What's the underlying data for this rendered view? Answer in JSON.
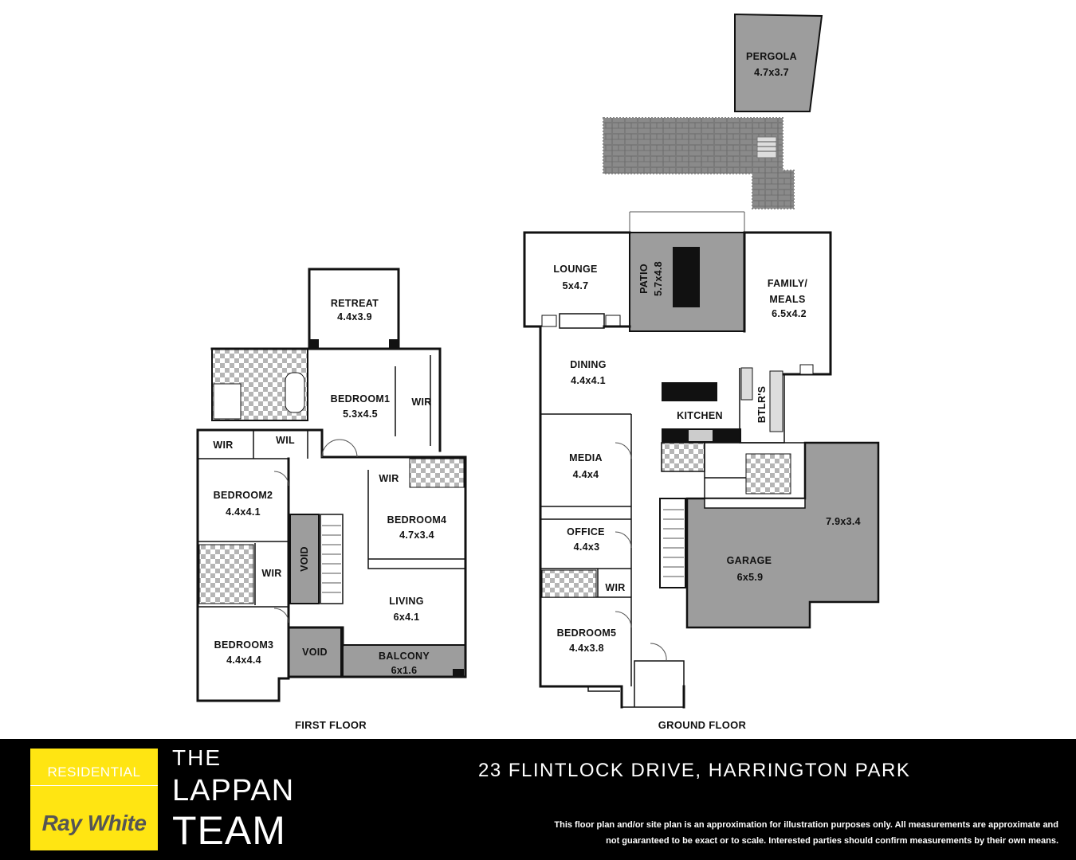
{
  "rooms": {
    "pergola": {
      "name": "PERGOLA",
      "size": "4.7x3.7"
    },
    "lounge": {
      "name": "LOUNGE",
      "size": "5x4.7"
    },
    "patio": {
      "name": "PATIO",
      "size": "5.7x4.8"
    },
    "family": {
      "name1": "FAMILY/",
      "name2": "MEALS",
      "size": "6.5x4.2"
    },
    "dining": {
      "name": "DINING",
      "size": "4.4x4.1"
    },
    "kitchen": {
      "name": "KITCHEN"
    },
    "btlrs": {
      "name": "BTLR'S"
    },
    "media": {
      "name": "MEDIA",
      "size": "4.4x4"
    },
    "office": {
      "name": "OFFICE",
      "size": "4.4x3"
    },
    "wir_ground": {
      "name": "WIR"
    },
    "bedroom5": {
      "name": "BEDROOM5",
      "size": "4.4x3.8"
    },
    "garage": {
      "name": "GARAGE",
      "size": "6x5.9",
      "extra_size": "7.9x3.4"
    },
    "retreat": {
      "name": "RETREAT",
      "size": "4.4x3.9"
    },
    "bedroom1": {
      "name": "BEDROOM1",
      "size": "5.3x4.5"
    },
    "wir_bed1": {
      "name": "WIR"
    },
    "wir_a": {
      "name": "WIR"
    },
    "wil": {
      "name": "WIL"
    },
    "wir_b": {
      "name": "WIR"
    },
    "bedroom2": {
      "name": "BEDROOM2",
      "size": "4.4x4.1"
    },
    "bedroom4": {
      "name": "BEDROOM4",
      "size": "4.7x3.4"
    },
    "void1": {
      "name": "VOID"
    },
    "wir_c": {
      "name": "WIR"
    },
    "living": {
      "name": "LIVING",
      "size": "6x4.1"
    },
    "bedroom3": {
      "name": "BEDROOM3",
      "size": "4.4x4.4"
    },
    "void2": {
      "name": "VOID"
    },
    "balcony": {
      "name": "BALCONY",
      "size": "6x1.6"
    }
  },
  "floors": {
    "first": "FIRST FLOOR",
    "ground": "GROUND FLOOR"
  },
  "footer": {
    "logo_top": "RESIDENTIAL",
    "logo_brand": "Ray White",
    "team_line1": "THE",
    "team_line2": "LAPPAN",
    "team_line3": "TEAM",
    "address": "23 FLINTLOCK DRIVE, HARRINGTON PARK",
    "disclaimer_line1": "This floor plan and/or site plan is an approximation for illustration purposes only. All measurements are approximate and",
    "disclaimer_line2": "not guaranteed to be exact or to scale. Interested parties should confirm measurements by their own means."
  },
  "colors": {
    "brand_yellow": "#ffe512",
    "footer_bg": "#000000",
    "shaded_area": "#9d9d9d"
  }
}
